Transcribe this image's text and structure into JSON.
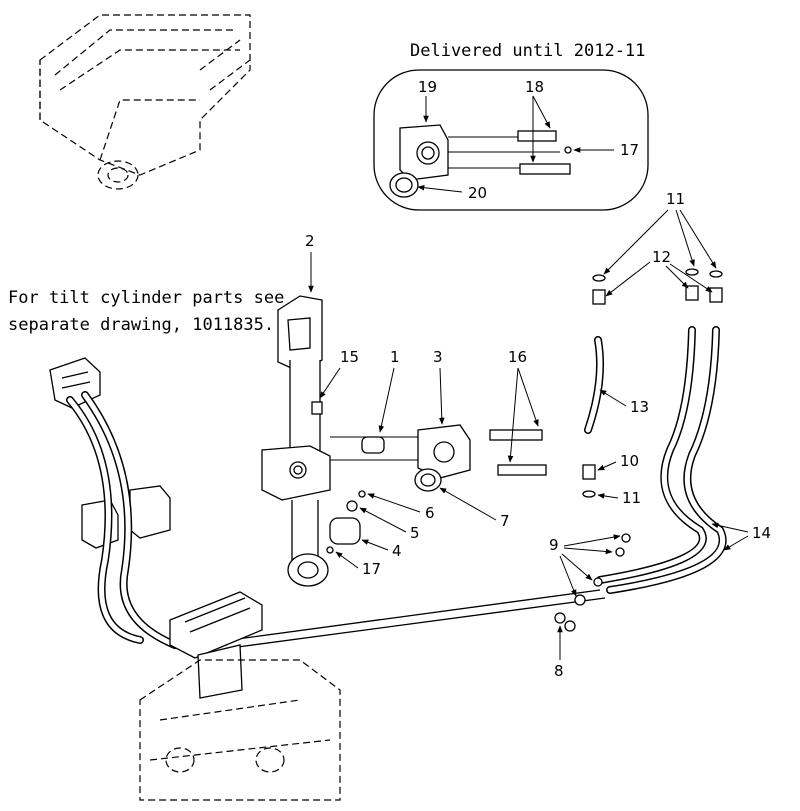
{
  "notes": {
    "delivered": "Delivered until 2012-11",
    "tilt_line1": "For tilt cylinder parts see",
    "tilt_line2": "separate drawing, 1011835."
  },
  "callouts": [
    "1",
    "2",
    "3",
    "4",
    "5",
    "6",
    "7",
    "8",
    "9",
    "10",
    "11",
    "12",
    "13",
    "14",
    "15",
    "16",
    "17",
    "18",
    "19",
    "20"
  ],
  "labels": {
    "c1": "1",
    "c2": "2",
    "c3": "3",
    "c4": "4",
    "c5": "5",
    "c6": "6",
    "c7": "7",
    "c8": "8",
    "c9": "9",
    "c10": "10",
    "c11a": "11",
    "c11b": "11",
    "c12": "12",
    "c13": "13",
    "c14": "14",
    "c15": "15",
    "c16": "16",
    "c17a": "17",
    "c17b": "17",
    "c18": "18",
    "c19": "19",
    "c20": "20"
  }
}
